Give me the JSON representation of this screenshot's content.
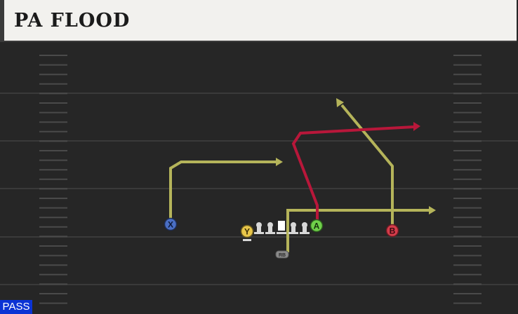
{
  "title": "PA FLOOD",
  "play_type": "PASS",
  "colors": {
    "field": "#262626",
    "yard_line": "#3a3a3a",
    "hash": "#4a4a4a",
    "route_yellow": "#b5b45a",
    "route_red": "#b8173a",
    "lineman": "#d8d8d8",
    "x_receiver": "#4a6fc4",
    "y_receiver": "#e8c64a",
    "a_receiver": "#6fd04a",
    "b_receiver": "#d43c4a",
    "rb": "#8a8a8a"
  },
  "players": {
    "x": "X",
    "y": "Y",
    "a": "A",
    "b": "B",
    "rb": "RB"
  }
}
